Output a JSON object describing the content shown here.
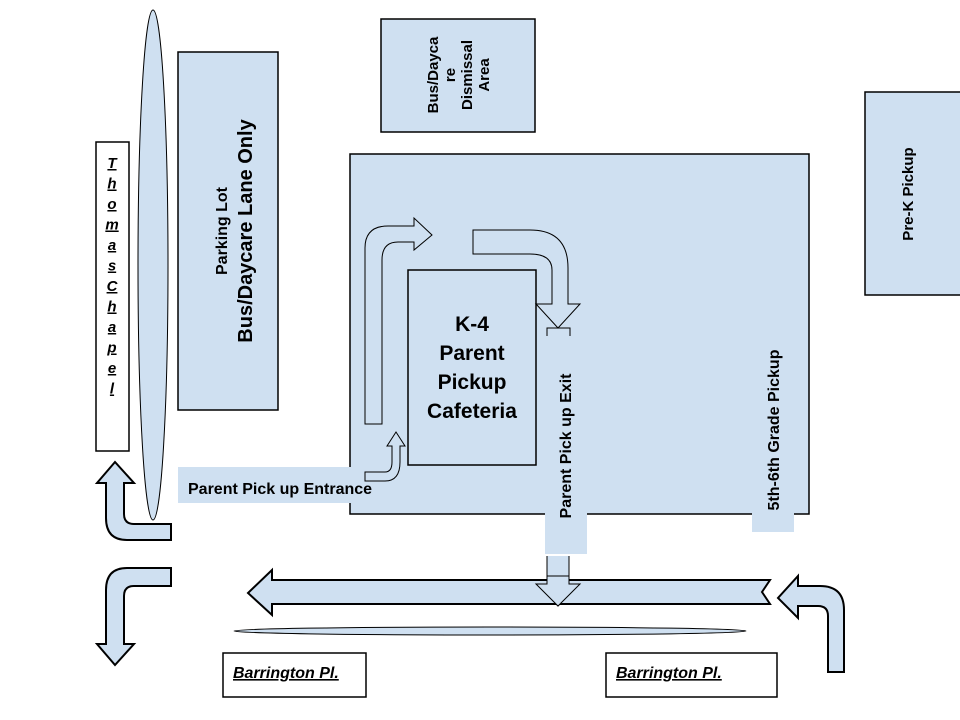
{
  "colors": {
    "fill": "#cfe0f1",
    "stroke": "#000000",
    "background": "#ffffff"
  },
  "labels": {
    "thomas_chapel_letters": [
      "T",
      "h",
      "o",
      "m",
      "a",
      "s",
      "C",
      "h",
      "a",
      "p",
      "e",
      "l"
    ],
    "parking_lot": "Parking Lot",
    "bus_daycare_lane": "Bus/Daycare Lane Only",
    "bus_dismissal": [
      "Bus/Dayca",
      "re",
      "Dismissal",
      "Area"
    ],
    "pre_k_pickup": "Pre-K Pickup",
    "k4_cafeteria": [
      "K-4",
      "Parent",
      "Pickup",
      "Cafeteria"
    ],
    "parent_entrance": "Parent Pick up Entrance",
    "parent_exit": "Parent Pick up Exit",
    "grade_5_6": "5th-6th Grade Pickup",
    "barrington_left": "Barrington Pl.",
    "barrington_right": "Barrington Pl."
  }
}
